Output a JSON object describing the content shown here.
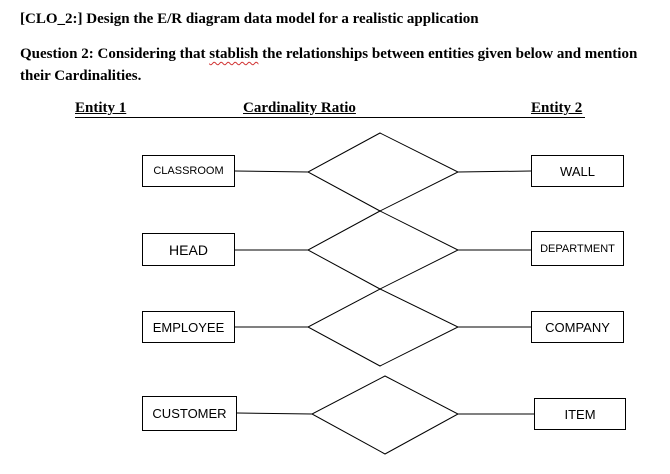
{
  "document": {
    "title": "[CLO_2:] Design the E/R diagram data model for a realistic application",
    "question_prefix": "Question 2: Considering that ",
    "question_misspelled_word": "stablish",
    "question_suffix": " the relationships between entities given below and mention their Cardinalities."
  },
  "table_headers": {
    "entity1": "Entity 1",
    "cardinality": "Cardinality Ratio",
    "entity2": "Entity 2"
  },
  "rows": [
    {
      "left_entity": "CLASSROOM",
      "right_entity": "WALL"
    },
    {
      "left_entity": "HEAD",
      "right_entity": "DEPARTMENT"
    },
    {
      "left_entity": "EMPLOYEE",
      "right_entity": "COMPANY"
    },
    {
      "left_entity": "CUSTOMER",
      "right_entity": "ITEM"
    }
  ]
}
